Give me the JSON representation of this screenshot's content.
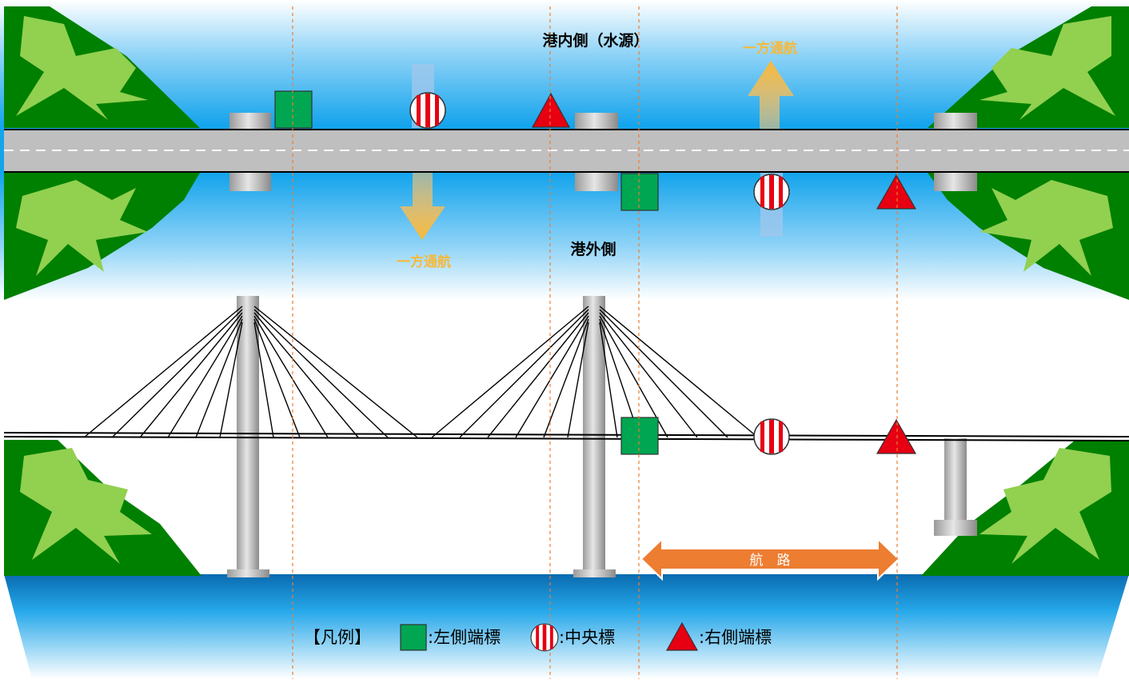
{
  "labels": {
    "harbor_inside": "港内側（水源）",
    "harbor_outside": "港外側",
    "one_way_upper": "一方通航",
    "one_way_lower": "一方通航",
    "channel": "航　路"
  },
  "legend": {
    "title": "【凡例】",
    "left_mark": ":左側端標",
    "center_mark": ":中央標",
    "right_mark": ":右側端標"
  },
  "colors": {
    "left_mark": "#00a651",
    "center_mark_stripe": "#e60012",
    "right_mark": "#e60012",
    "one_way_arrow": "#f6b93a",
    "channel_arrow": "#ed7d31",
    "guide_line": "#ed7d31",
    "bridge_deck": "#bfbfbf",
    "island_dark": "#008000",
    "island_light": "#92d050"
  }
}
